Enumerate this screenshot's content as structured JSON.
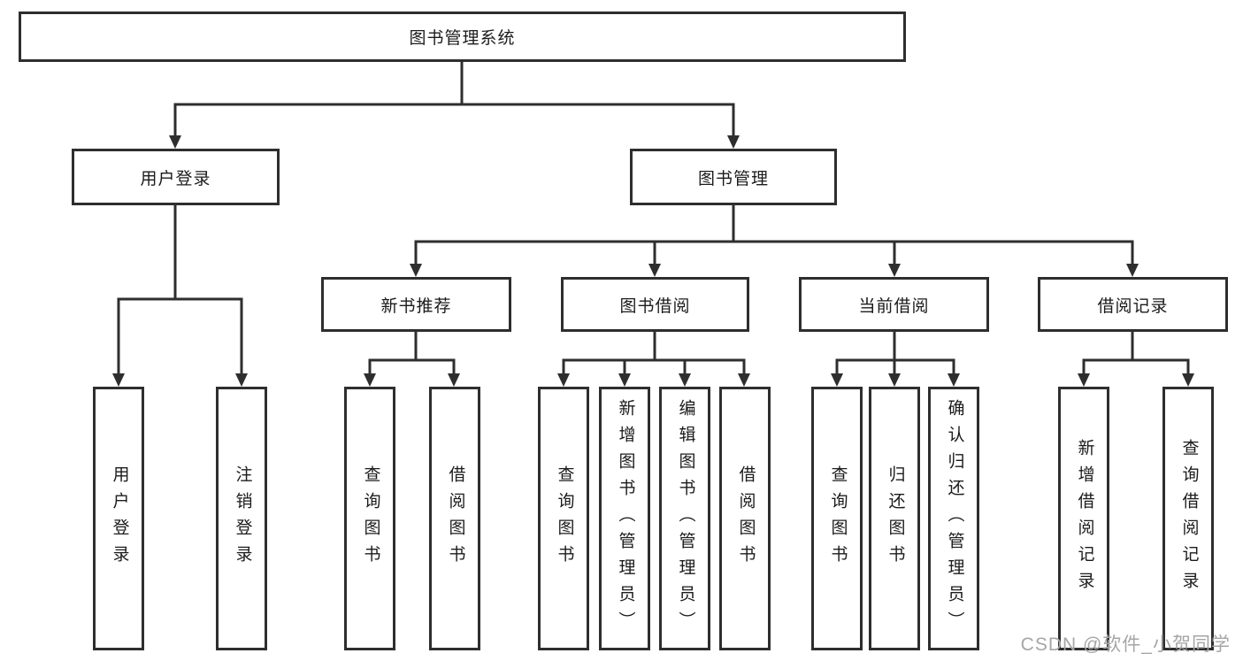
{
  "diagram": {
    "type": "hierarchy-tree",
    "tree": {
      "label": "图书管理系统",
      "children": [
        {
          "label": "用户登录",
          "children": [
            {
              "label": "用户登录"
            },
            {
              "label": "注销登录"
            }
          ]
        },
        {
          "label": "图书管理",
          "children": [
            {
              "label": "新书推荐",
              "children": [
                {
                  "label": "查询图书"
                },
                {
                  "label": "借阅图书"
                }
              ]
            },
            {
              "label": "图书借阅",
              "children": [
                {
                  "label": "查询图书"
                },
                {
                  "label": "新增图书（管理员）"
                },
                {
                  "label": "编辑图书（管理员）"
                },
                {
                  "label": "借阅图书"
                }
              ]
            },
            {
              "label": "当前借阅",
              "children": [
                {
                  "label": "查询图书"
                },
                {
                  "label": "归还图书"
                },
                {
                  "label": "确认归还（管理员）"
                }
              ]
            },
            {
              "label": "借阅记录",
              "children": [
                {
                  "label": "新增借阅记录"
                },
                {
                  "label": "查询借阅记录"
                }
              ]
            }
          ]
        }
      ]
    },
    "watermark": "CSDN @软件_小贺同学",
    "colors": {
      "line": "#2e2e2e",
      "box_border": "#2e2e2e",
      "text": "#1b1b1b",
      "watermark": "#a6a6a6",
      "background": "#ffffff"
    }
  }
}
